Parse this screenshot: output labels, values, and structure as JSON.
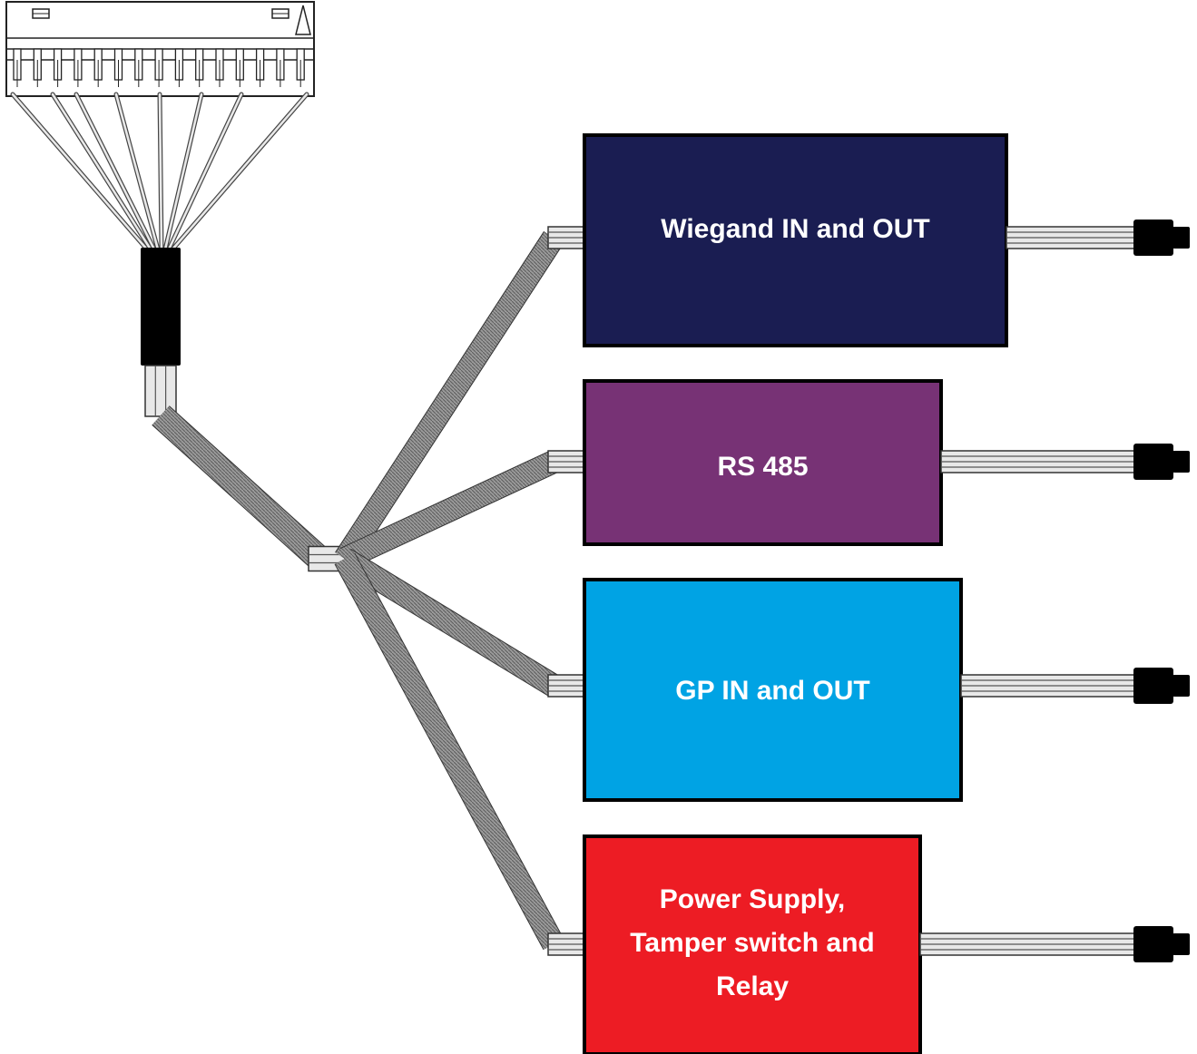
{
  "diagram": {
    "modules": [
      {
        "id": "wiegand",
        "label_lines": [
          "Wiegand IN and OUT"
        ],
        "color": "#1a1d52"
      },
      {
        "id": "rs485",
        "label_lines": [
          "RS 485"
        ],
        "color": "#773275"
      },
      {
        "id": "gp",
        "label_lines": [
          "GP IN and OUT"
        ],
        "color": "#00a3e4"
      },
      {
        "id": "power",
        "label_lines": [
          "Power Supply,",
          "Tamper switch and",
          "Relay"
        ],
        "color": "#ed1c24"
      }
    ],
    "connector_icon": "multi-pin-connector-icon",
    "plug_icon": "cable-plug-icon",
    "sleeve_color": "#000000",
    "wire_color": "#9a9a9a"
  }
}
